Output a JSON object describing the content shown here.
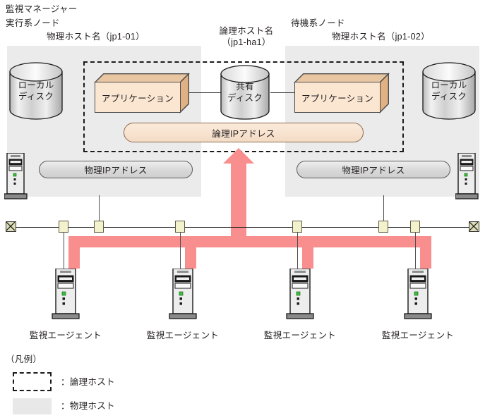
{
  "title": "監視マネージャー",
  "headers": {
    "manager": "監視マネージャー",
    "active_node": "実行系ノード",
    "active_host_name": "物理ホスト名（jp1-01）",
    "logical_host_name": "論理ホスト名",
    "logical_host_value": "（jp1-ha1）",
    "standby_node": "待機系ノード",
    "standby_host_name": "物理ホスト名（jp1-02）"
  },
  "nodes": {
    "active": {
      "local_disk": "ローカル\nディスク",
      "local_disk_line1": "ローカル",
      "local_disk_line2": "ディスク",
      "application": "アプリケーション",
      "physical_ip": "物理IPアドレス"
    },
    "standby": {
      "local_disk_line1": "ローカル",
      "local_disk_line2": "ディスク",
      "application": "アプリケーション",
      "physical_ip": "物理IPアドレス"
    },
    "shared": {
      "shared_disk_line1": "共有",
      "shared_disk_line2": "ディスク",
      "logical_ip": "論理IPアドレス"
    }
  },
  "agents": [
    {
      "label": "監視エージェント"
    },
    {
      "label": "監視エージェント"
    },
    {
      "label": "監視エージェント"
    },
    {
      "label": "監視エージェント"
    }
  ],
  "legend": {
    "title": "（凡例）",
    "items": [
      {
        "swatch": "dashed-box",
        "label": "：論理ホスト"
      },
      {
        "swatch": "gray-box",
        "label": "：物理ホスト"
      }
    ]
  },
  "colors": {
    "physical_host_fill": "#ebebeb",
    "logical_ip_fill": "#f7e2ce",
    "application_fill": "#fbe6d2",
    "application_top": "#e4bf99",
    "flow_pink": "#f98e8e",
    "tap_yellow": "#f2f2cd",
    "led_green": "#3cbf3c",
    "outline": "#231f20"
  }
}
